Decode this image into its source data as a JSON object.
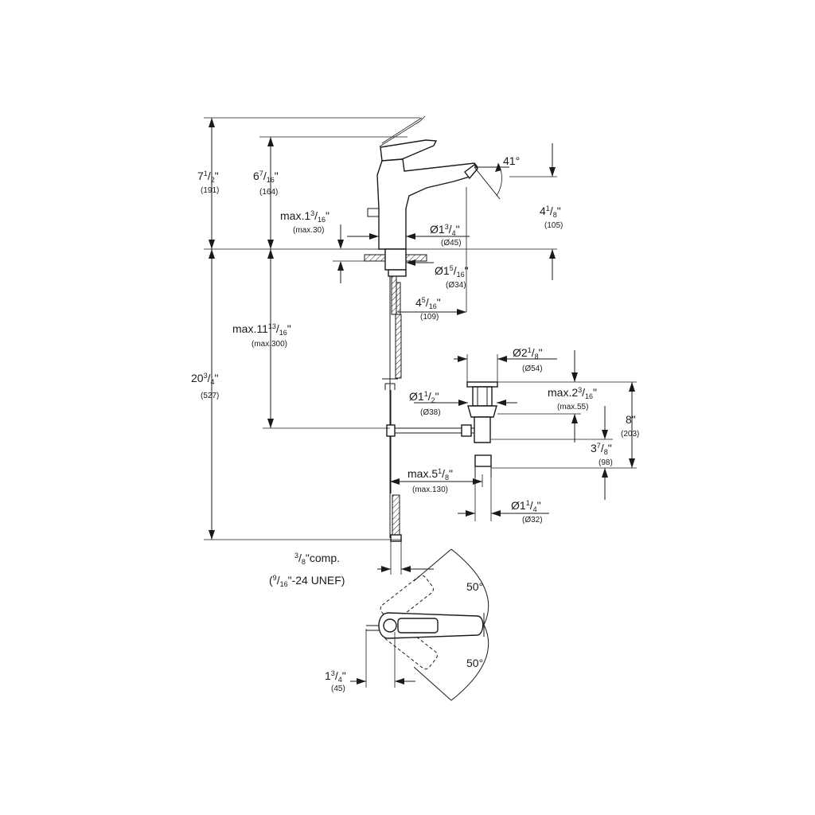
{
  "dimensions": {
    "d_7_1_2": {
      "main": "7",
      "sup": "1",
      "sub": "2",
      "unit": "\"",
      "mm": "(191)"
    },
    "d_6_7_16": {
      "main": "6",
      "sup": "7",
      "sub": "16",
      "unit": "\"",
      "mm": "(164)"
    },
    "d_max_1_3_16": {
      "main": "max.1",
      "sup": "3",
      "sub": "16",
      "unit": "\"",
      "mm": "(max.30)"
    },
    "d_41deg": {
      "text": "41°"
    },
    "d_4_1_8": {
      "main": "4",
      "sup": "1",
      "sub": "8",
      "unit": "\"",
      "mm": "(105)"
    },
    "d_dia_1_3_4": {
      "main": "Ø1",
      "sup": "3",
      "sub": "4",
      "unit": "\"",
      "mm": "(Ø45)"
    },
    "d_dia_1_5_16": {
      "main": "Ø1",
      "sup": "5",
      "sub": "16",
      "unit": "\"",
      "mm": "(Ø34)"
    },
    "d_4_5_16": {
      "main": "4",
      "sup": "5",
      "sub": "16",
      "unit": "\"",
      "mm": "(109)"
    },
    "d_max_11_13_16": {
      "main": "max.11",
      "sup": "13",
      "sub": "16",
      "unit": "\"",
      "mm": "(max.300)"
    },
    "d_20_3_4": {
      "main": "20",
      "sup": "3",
      "sub": "4",
      "unit": "\"",
      "mm": "(527)"
    },
    "d_dia_2_1_8": {
      "main": "Ø2",
      "sup": "1",
      "sub": "8",
      "unit": "\"",
      "mm": "(Ø54)"
    },
    "d_max_2_3_16": {
      "main": "max.2",
      "sup": "3",
      "sub": "16",
      "unit": "\"",
      "mm": "(max.55)"
    },
    "d_dia_1_1_2": {
      "main": "Ø1",
      "sup": "1",
      "sub": "2",
      "unit": "\"",
      "mm": "(Ø38)"
    },
    "d_8": {
      "main": "8",
      "unit": "\"",
      "mm": "(203)"
    },
    "d_3_7_8": {
      "main": "3",
      "sup": "7",
      "sub": "8",
      "unit": "\"",
      "mm": "(98)"
    },
    "d_max_5_1_8": {
      "main": "max.5",
      "sup": "1",
      "sub": "8",
      "unit": "\"",
      "mm": "(max.130)"
    },
    "d_dia_1_1_4": {
      "main": "Ø1",
      "sup": "1",
      "sub": "4",
      "unit": "\"",
      "mm": "(Ø32)"
    },
    "d_comp": {
      "sup": "3",
      "sub": "8",
      "main": "\"comp."
    },
    "d_unef": {
      "pre": "(",
      "sup": "9",
      "sub": "16",
      "post": "\"-24 UNEF)"
    },
    "d_50_top": {
      "text": "50°"
    },
    "d_50_bottom": {
      "text": "50°"
    },
    "d_1_3_4": {
      "main": "1",
      "sup": "3",
      "sub": "4",
      "unit": "\"",
      "mm": "(45)"
    }
  }
}
